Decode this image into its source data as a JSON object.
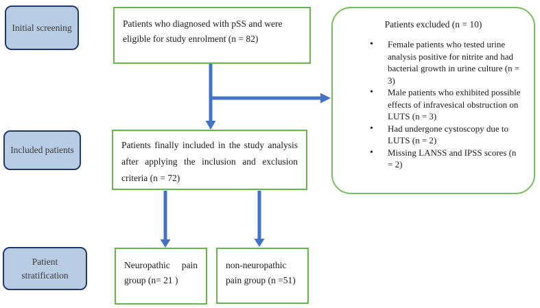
{
  "stages": [
    {
      "label": "Initial screening"
    },
    {
      "label": "Included patients"
    },
    {
      "label": "Patient stratification"
    }
  ],
  "boxes": {
    "enrolled": {
      "text": "Patients who diagnosed with pSS and were eligible for study enrolment (n = 82)"
    },
    "included": {
      "text": "Patients finally included in the study analysis after applying the inclusion and exclusion criteria (n = 72)"
    },
    "neuropathic": {
      "text": "Neuropathic pain group (n= 21 )"
    },
    "non_neuropathic": {
      "text": "non-neuropathic pain group (n =51)"
    }
  },
  "exclusion": {
    "title": "Patients excluded (n = 10)",
    "items": [
      "Female patients who tested urine analysis positive for nitrite and had bacterial growth in urine culture (n = 3)",
      "Male patients who exhibited possible effects of infravesical obstruction on LUTS (n = 3)",
      "Had undergone cystoscopy due to LUTS (n = 2)",
      "Missing LANSS and IPSS scores (n = 2)"
    ]
  },
  "colors": {
    "green_border": "#67b44b",
    "arrow_blue": "#4472c4",
    "stage_fill": "#b8cce4",
    "stage_border": "#1f3864"
  }
}
